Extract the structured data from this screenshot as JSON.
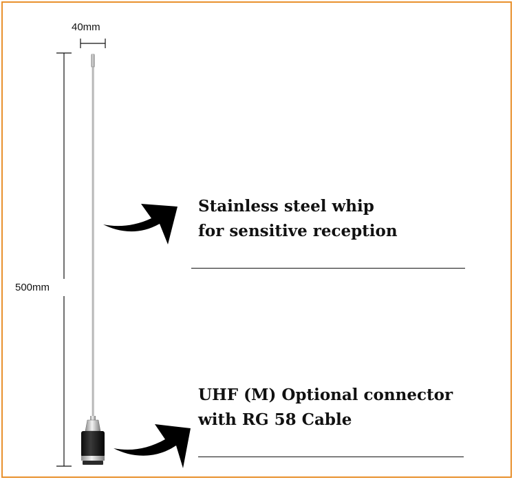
{
  "dimensions": {
    "width_label": "40mm",
    "height_label": "500mm"
  },
  "callouts": {
    "whip": {
      "line1": "Stainless steel whip",
      "line2": "for sensitive reception"
    },
    "connector": {
      "line1": "UHF (M) Optional connector",
      "line2": "with RG 58  Cable"
    }
  },
  "colors": {
    "border": "#e8902c",
    "text": "#111111",
    "arrow": "#000000"
  },
  "icons": [
    "curved-arrow-icon",
    "curved-arrow-icon"
  ]
}
